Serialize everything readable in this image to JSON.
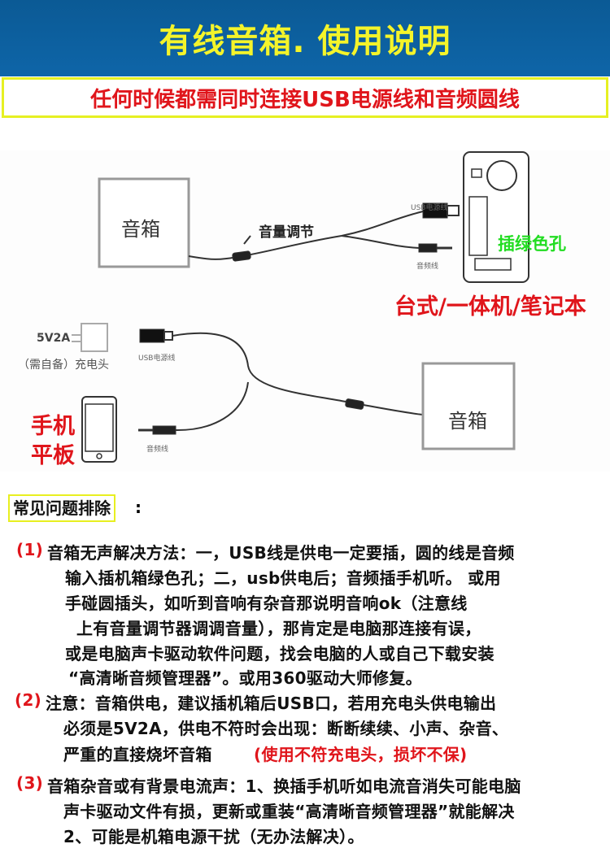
{
  "header": {
    "title": "有线音箱. 使用说明"
  },
  "notice": "任何时候都需同时连接USB电源线和音频圆线",
  "diagram_pc": {
    "speaker": "音箱",
    "volume": "音量调节",
    "usb_label": "USB电源线",
    "audio_label": "音频线",
    "green_hole": "插绿色孔",
    "devices": "台式/一体机/笔记本"
  },
  "diagram_phone": {
    "charger_spec": "5V2A",
    "charger_label": "（需自备）充电头",
    "usb_label": "USB电源线",
    "audio_label": "音频线",
    "phone_line1": "手机",
    "phone_line2": "平板",
    "speaker": "音箱"
  },
  "faq": {
    "title": "常见问题排除",
    "colon": ":",
    "item1": {
      "num": "(1)",
      "lines": [
        "音箱无声解决方法：一，USB线是供电一定要插，圆的线是音频",
        "输入插机箱绿色孔；二，usb供电后；音频插手机听。 或用",
        "手碰圆插头，如听到音响有杂音那说明音响ok（注意线",
        "上有音量调节器调调音量），那肯定是电脑那连接有误，",
        "或是电脑声卡驱动软件问题，找会电脑的人或自己下载安装",
        "“高清晰音频管理器”。或用360驱动大师修复。"
      ]
    },
    "item2": {
      "num": "(2)",
      "lines": [
        "注意：音箱供电，建议插机箱后USB口，若用充电头供电输出",
        "必须是5V2A，供电不符时会出现：断断续续、小声、杂音、",
        "严重的直接烧坏音箱"
      ],
      "warning": "(使用不符充电头，损坏不保)"
    },
    "item3": {
      "num": "(3)",
      "lines": [
        "音箱杂音或有背景电流声：1、换插手机听如电流音消失可能电脑",
        "声卡驱动文件有损，更新或重装“高清晰音频管理器”就能解决",
        "2、可能是机箱电源干扰（无办法解决）。"
      ]
    }
  },
  "colors": {
    "header_bg": "#0e65a8",
    "title": "#f4f42a",
    "red": "#e0151b",
    "green": "#22dd22",
    "yellow_border": "#e6f022"
  }
}
